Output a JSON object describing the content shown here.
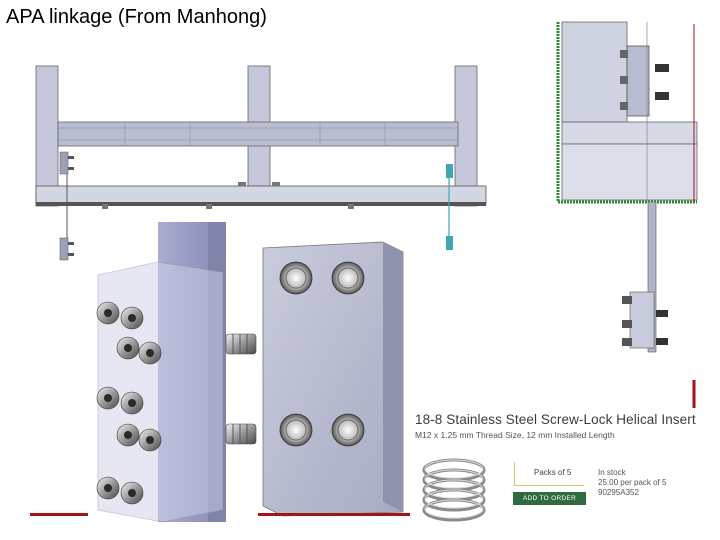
{
  "slide": {
    "title": "APA linkage (From Manhong)"
  },
  "product": {
    "title": "18-8 Stainless Steel Screw-Lock Helical Insert",
    "subtitle": "M12 x 1.25 mm Thread Size, 12 mm Installed Length",
    "packs_label": "Packs of 5",
    "stock_lines": [
      "In stock",
      "25.00 per pack of 5",
      "90295A352"
    ],
    "order_button": "ADD TO ORDER"
  },
  "colors": {
    "accent_red": "#a01616",
    "order_green": "#2f6b3f",
    "steel_blue": "#a9adc8",
    "cyan_part": "#3fa6b3",
    "green_edge": "#2b8a2b"
  }
}
